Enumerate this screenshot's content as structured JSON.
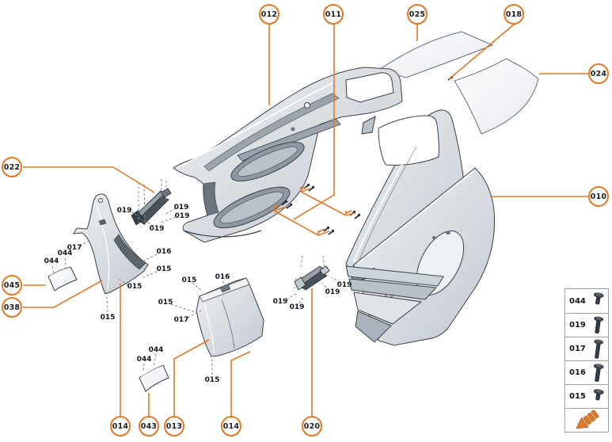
{
  "accent_color": "#e87722",
  "callouts": [
    {
      "label": "012"
    },
    {
      "label": "011"
    },
    {
      "label": "025"
    },
    {
      "label": "018"
    },
    {
      "label": "024"
    },
    {
      "label": "010"
    },
    {
      "label": "022"
    },
    {
      "label": "045"
    },
    {
      "label": "038"
    },
    {
      "label": "014"
    },
    {
      "label": "043"
    },
    {
      "label": "013"
    },
    {
      "label": "014"
    },
    {
      "label": "020"
    }
  ],
  "part_labels": [
    {
      "text": "019"
    },
    {
      "text": "019"
    },
    {
      "text": "019"
    },
    {
      "text": "019"
    },
    {
      "text": "017"
    },
    {
      "text": "044"
    },
    {
      "text": "044"
    },
    {
      "text": "016"
    },
    {
      "text": "015"
    },
    {
      "text": "015"
    },
    {
      "text": "015"
    },
    {
      "text": "015"
    },
    {
      "text": "016"
    },
    {
      "text": "015"
    },
    {
      "text": "017"
    },
    {
      "text": "044"
    },
    {
      "text": "044"
    },
    {
      "text": "015"
    },
    {
      "text": "019"
    },
    {
      "text": "019"
    },
    {
      "text": "019"
    },
    {
      "text": "019"
    }
  ],
  "legend": {
    "rows": [
      {
        "label": "044",
        "icon": "screw-icon"
      },
      {
        "label": "019",
        "icon": "screw-icon"
      },
      {
        "label": "017",
        "icon": "screw-icon"
      },
      {
        "label": "016",
        "icon": "screw-icon"
      },
      {
        "label": "015",
        "icon": "screw-icon"
      }
    ],
    "nav": {
      "icon": "prev-arrow-icon"
    }
  }
}
